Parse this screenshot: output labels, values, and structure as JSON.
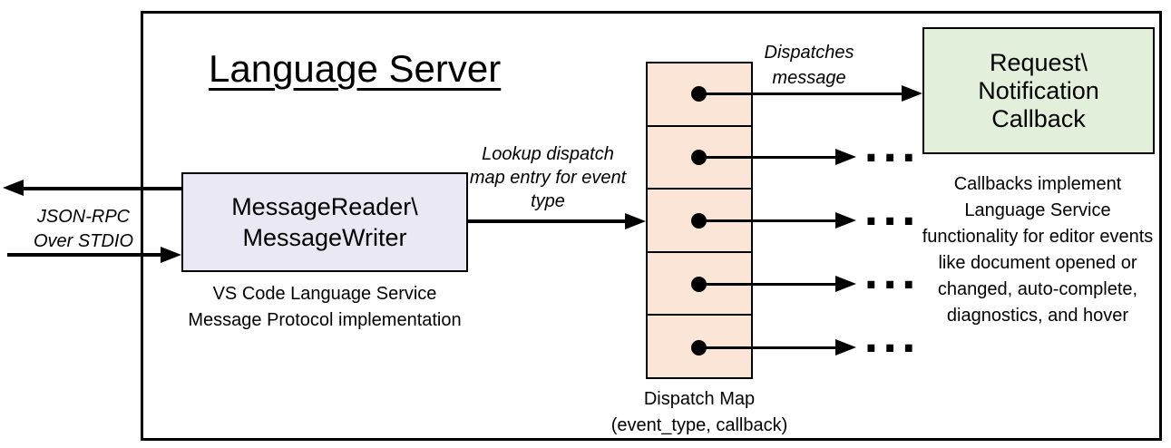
{
  "colors": {
    "message_box_fill": "#e9e8f3",
    "dispatch_map_fill": "#fbe5d6",
    "callback_box_fill": "#e2efda",
    "line": "#000000"
  },
  "title": "Language Server",
  "left_io": {
    "line1": "JSON-RPC",
    "line2": "Over STDIO"
  },
  "message_box": {
    "line1": "MessageReader\\",
    "line2": "MessageWriter"
  },
  "message_box_caption": {
    "line1": "VS Code Language Service",
    "line2": "Message Protocol implementation"
  },
  "lookup_label": "Lookup dispatch map entry for event type",
  "dispatch_arrow_label": {
    "line1": "Dispatches",
    "line2": "message"
  },
  "callback_box": {
    "line1": "Request\\",
    "line2": "Notification",
    "line3": "Callback"
  },
  "ellipsis": "...",
  "dispatch_map_caption": {
    "line1": "Dispatch Map",
    "line2": "(event_type, callback)"
  },
  "right_note": "Callbacks implement Language Service functionality for editor events like document opened or changed, auto-complete, diagnostics, and hover"
}
